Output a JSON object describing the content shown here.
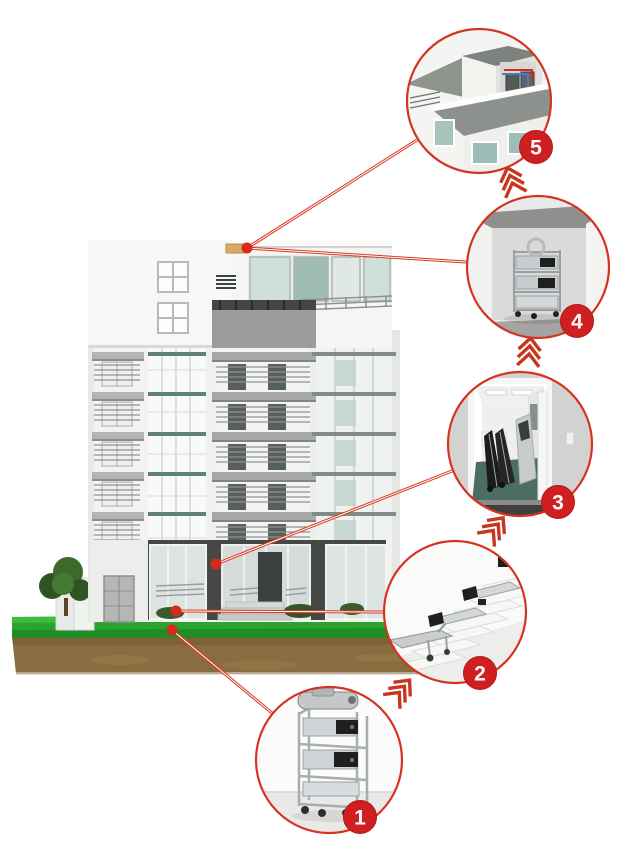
{
  "diagram": {
    "type": "building-equipment-transport-step-diagram",
    "steps": [
      {
        "number": "1",
        "icon": "equipment-cart-assembled-icon"
      },
      {
        "number": "2",
        "icon": "stair-climber-modules-icon"
      },
      {
        "number": "3",
        "icon": "doorway-folded-carts-icon"
      },
      {
        "number": "4",
        "icon": "upper-room-cart-icon"
      },
      {
        "number": "5",
        "icon": "rooftop-unit-pipes-icon"
      }
    ],
    "palette": {
      "badge_red": "#d01f20",
      "line_red": "#d8391f",
      "ring_red": "#d4341f",
      "chevron_red": "#c8361d",
      "dot_red": "#d8291d",
      "grass_green": "#2ba32f",
      "soil_brown": "#8a6c41",
      "building_white": "#f3f3f1",
      "terrace_gray": "#9c9c9a",
      "glass_teal": "#bfd2cc",
      "pavement_dark": "#454845",
      "pipe_blue": "#3a7fd0"
    }
  }
}
